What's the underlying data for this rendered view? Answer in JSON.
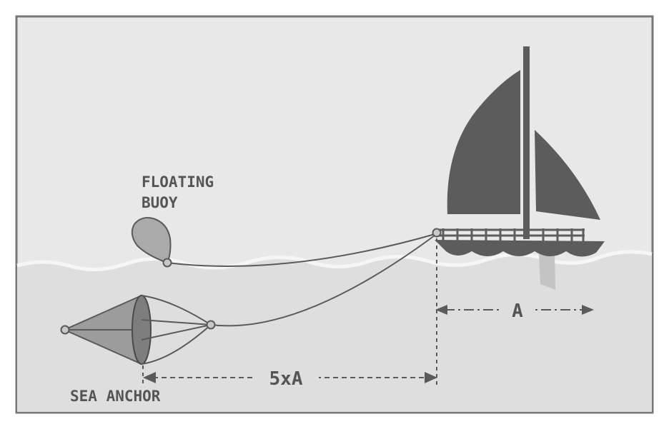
{
  "labels": {
    "buoy_line1": "FLOATING",
    "buoy_line2": "BUOY",
    "sea_anchor": "SEA ANCHOR",
    "distance_boat": "A",
    "distance_rode": "5xA"
  },
  "colors": {
    "sky": "#e8e8e8",
    "water": "#dedede",
    "hull": "#5c5c5c",
    "sail": "#5c5c5c",
    "buoy": "#aaaaaa",
    "anchor_cone": "#9c9c9c",
    "line": "#5a5a5a",
    "border": "#777777"
  }
}
